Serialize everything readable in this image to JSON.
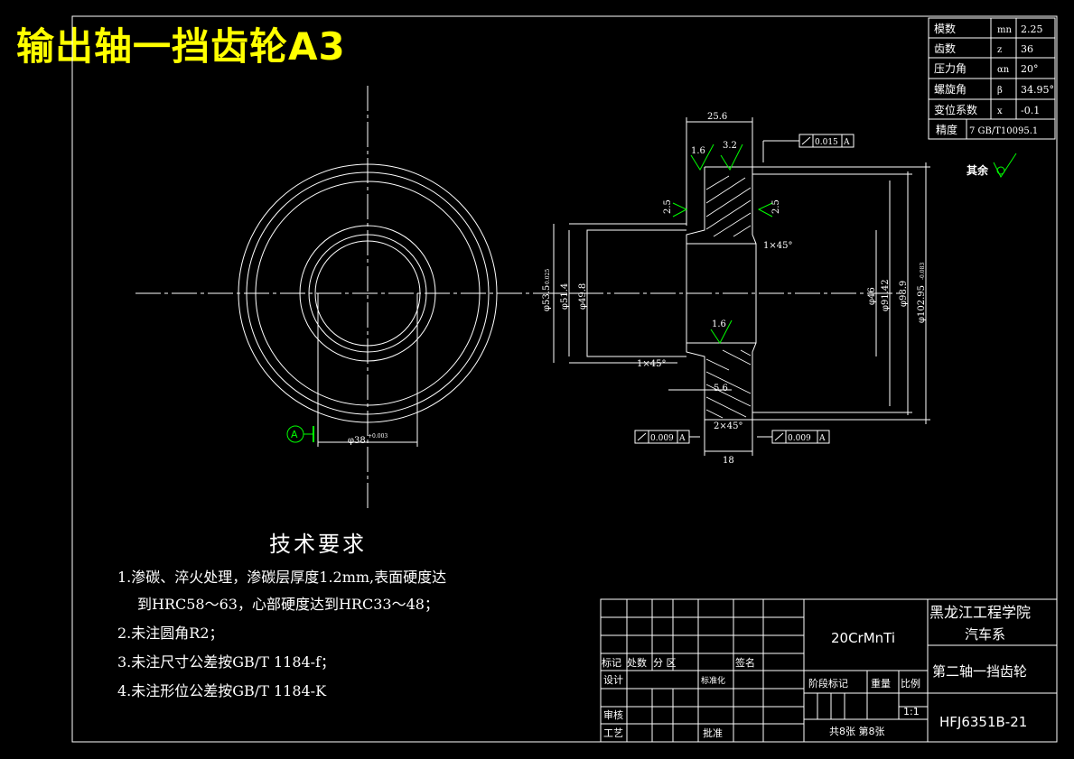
{
  "title": "输出轴一挡齿轮A3",
  "params": [
    {
      "name": "模数",
      "symbol": "mn",
      "value": "2.25"
    },
    {
      "name": "齿数",
      "symbol": "z",
      "value": "36"
    },
    {
      "name": "压力角",
      "symbol": "αn",
      "value": "20°"
    },
    {
      "name": "螺旋角",
      "symbol": "β",
      "value": "34.95°"
    },
    {
      "name": "变位系数",
      "symbol": "x",
      "value": "-0.1"
    },
    {
      "name": "精度",
      "symbol": "",
      "value": "7 GB/T10095.1"
    }
  ],
  "other_roughness": "其余",
  "dims": {
    "d256": "25.6",
    "r16a": "1.6",
    "r32": "3.2",
    "tol_top": "0.015",
    "datum": "A",
    "r25l": "2.5",
    "r25r": "2.5",
    "ch1": "1×45°",
    "ch2": "1×45°",
    "ch3": "2×45°",
    "d53": "φ53.5",
    "d53tol": "0.025",
    "d514": "φ51.4",
    "d498": "φ49.8",
    "d46": "φ46",
    "d9142": "φ91.42",
    "d989": "φ98.9",
    "d102": "φ102.95",
    "d102tol": "-0.083",
    "r16b": "1.6",
    "d56": "5.6",
    "d18": "18",
    "tol_l": "0.009",
    "tol_r": "0.009",
    "d38": "φ38",
    "d38tol": "+0.003"
  },
  "tech": {
    "title": "技术要求",
    "lines": [
      "1.渗碳、淬火处理，渗碳层厚度1.2mm,表面硬度达",
      "到HRC58～63，心部硬度达到HRC33～48；",
      "2.未注圆角R2；",
      "3.未注尺寸公差按GB/T 1184-f；",
      "4.未注形位公差按GB/T 1184-K"
    ]
  },
  "titleblock": {
    "material": "20CrMnTi",
    "school": "黑龙江工程学院",
    "dept": "汽车系",
    "part": "第二轴一挡齿轮",
    "code": "HFJ6351B-21",
    "scale": "1:1",
    "sheets": "共8张  第8张",
    "h_mark": "标记",
    "h_count": "处数",
    "h_zone": "分  区",
    "h_sign": "签名",
    "h_design": "设计",
    "h_std": "标准化",
    "h_check": "审核",
    "h_process": "工艺",
    "h_approve": "批准",
    "h_stage": "阶段标记",
    "h_weight": "重量",
    "h_ratio": "比例"
  }
}
